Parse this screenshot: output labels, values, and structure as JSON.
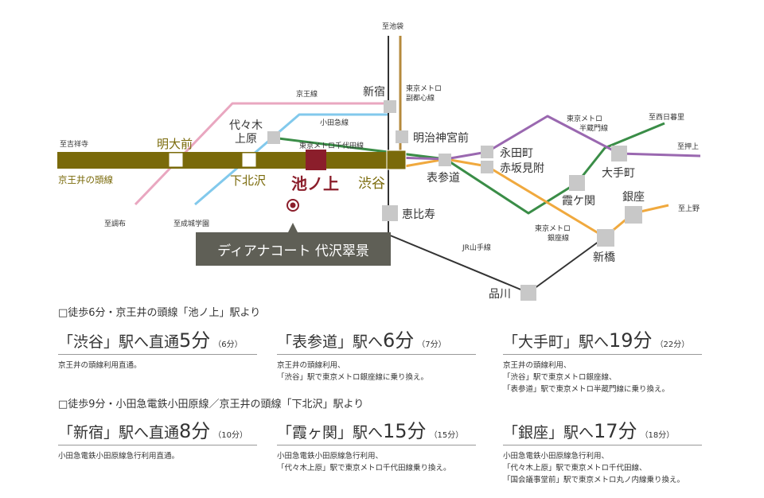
{
  "colors": {
    "inokashira": "#7a6a0a",
    "keio": "#e9a7c0",
    "odakyu": "#82c9ec",
    "yamanote": "#333333",
    "fukutoshin": "#b58a3c",
    "chiyoda": "#3a8d47",
    "ginza": "#f0a93e",
    "hanzomon": "#9a68b0",
    "station": "#c8c8c8",
    "ikenoue": "#8b1e2b",
    "callout": "#5f5f56"
  },
  "map": {
    "dest_kichijoji": "至吉祥寺",
    "line_inokashira": "京王井の頭線",
    "dest_chofu": "至調布",
    "dest_seijo": "至成城学園",
    "line_keio": "京王線",
    "line_odakyu": "小田急線",
    "line_chiyoda": "東京メトロ千代田線",
    "dest_ikebukuro": "至池袋",
    "line_fukutoshin": "東京メトロ\n副都心線",
    "line_hanzomon": "東京メトロ\n半蔵門線",
    "dest_nishinippori": "至西日暮里",
    "dest_oshiage": "至押上",
    "dest_ueno": "至上野",
    "line_ginza": "東京メトロ\n銀座線",
    "line_yamanote": "JR山手線",
    "st_meidaimae": "明大前",
    "st_yoyogiuehara": "代々木\n上原",
    "st_shimokitazawa": "下北沢",
    "st_ikenoue": "池ノ上",
    "st_shibuya": "渋谷",
    "st_shinjuku": "新宿",
    "st_meijijingumae": "明治神宮前",
    "st_omotesando": "表参道",
    "st_nagatacho": "永田町",
    "st_akasakamitsuke": "赤坂見附",
    "st_kasumigaseki": "霞ケ関",
    "st_otemachi": "大手町",
    "st_ginza": "銀座",
    "st_shimbashi": "新橋",
    "st_ebisu": "恵比寿",
    "st_shinagawa": "品川",
    "property": "ディアナコート 代沢翠景"
  },
  "section1": {
    "heading": "□徒歩6分・京王井の頭線「池ノ上」駅より",
    "routes": [
      {
        "pre": "「渋谷」駅へ直通",
        "min": "5分",
        "sub": "（6分）",
        "desc": [
          "京王井の頭線利用直通。"
        ]
      },
      {
        "pre": "「表参道」駅へ",
        "min": "6分",
        "sub": "（7分）",
        "desc": [
          "京王井の頭線利用、",
          "「渋谷」駅で東京メトロ銀座線に乗り換え。"
        ]
      },
      {
        "pre": "「大手町」駅へ",
        "min": "19分",
        "sub": "（22分）",
        "desc": [
          "京王井の頭線利用、",
          "「渋谷」駅で東京メトロ銀座線、",
          "「表参道」駅で東京メトロ半蔵門線に乗り換え。"
        ]
      }
    ]
  },
  "section2": {
    "heading": "□徒歩9分・小田急電鉄小田原線／京王井の頭線「下北沢」駅より",
    "routes": [
      {
        "pre": "「新宿」駅へ直通",
        "min": "8分",
        "sub": "（10分）",
        "desc": [
          "小田急電鉄小田原線急行利用直通。"
        ]
      },
      {
        "pre": "「霞ヶ関」駅へ",
        "min": "15分",
        "sub": "（15分）",
        "desc": [
          "小田急電鉄小田原線急行利用、",
          "「代々木上原」駅で東京メトロ千代田線乗り換え。"
        ]
      },
      {
        "pre": "「銀座」駅へ",
        "min": "17分",
        "sub": "（18分）",
        "desc": [
          "小田急電鉄小田原線急行利用、",
          "「代々木上原」駅で東京メトロ千代田線、",
          "「国会議事堂前」駅で東京メトロ丸ノ内線乗り換え。"
        ]
      }
    ]
  }
}
